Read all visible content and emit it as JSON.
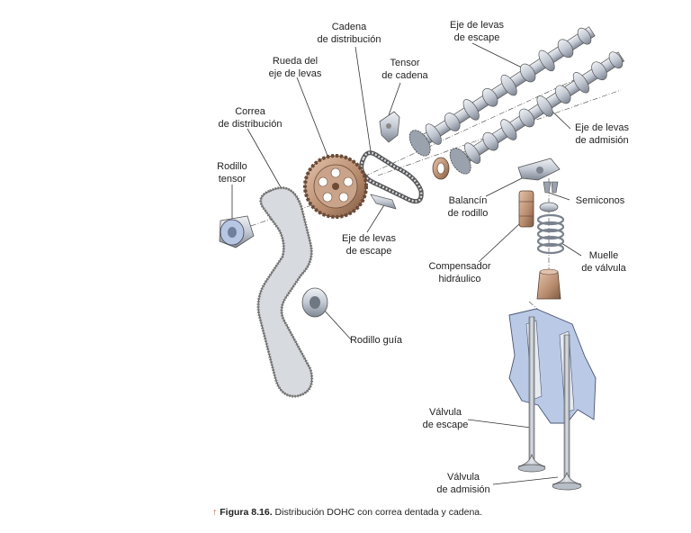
{
  "labels": {
    "cadena": "Cadena\nde distribución",
    "eje_escape_top": "Eje de levas\nde escape",
    "rueda": "Rueda del\neje de levas",
    "tensor_cadena": "Tensor\nde cadena",
    "correa": "Correa\nde distribución",
    "eje_admision": "Eje de levas\nde admisión",
    "rodillo_tensor": "Rodillo\ntensor",
    "balancin": "Balancín\nde rodillo",
    "semiconos": "Semiconos",
    "eje_escape_mid": "Eje de levas\nde escape",
    "muelle": "Muelle\nde válvula",
    "compensador": "Compensador\nhidráulico",
    "rodillo_guia": "Rodillo guía",
    "valvula_escape": "Válvula\nde escape",
    "valvula_admision": "Válvula\nde admisión"
  },
  "caption": {
    "figure": "Figura 8.16.",
    "text": " Distribución DOHC con correa dentada y cadena."
  },
  "colors": {
    "metal": "#c9cfd8",
    "metal_dark": "#8c94a1",
    "bronze": "#b98f72",
    "belt": "#9aa0a8",
    "head_blue": "#b9c9e6",
    "line": "#333333",
    "caption_arrow": "#c05a2a"
  }
}
